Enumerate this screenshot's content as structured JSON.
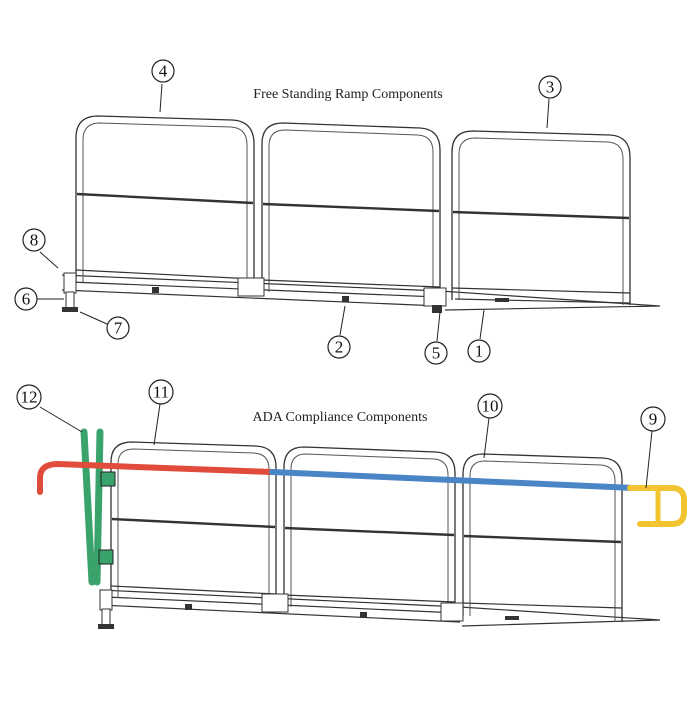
{
  "diagram": {
    "top_title": "Free Standing Ramp Components",
    "bottom_title": "ADA Compliance Components",
    "callouts": {
      "c1": "1",
      "c2": "2",
      "c3": "3",
      "c4": "4",
      "c5": "5",
      "c6": "6",
      "c7": "7",
      "c8": "8",
      "c9": "9",
      "c10": "10",
      "c11": "11",
      "c12": "12"
    },
    "colors": {
      "handrail_extension": "#e14b3b",
      "handrail": "#4a86c5",
      "end_loop": "#f2c430",
      "post_support": "#3aa36b",
      "frame": "#333333"
    }
  }
}
